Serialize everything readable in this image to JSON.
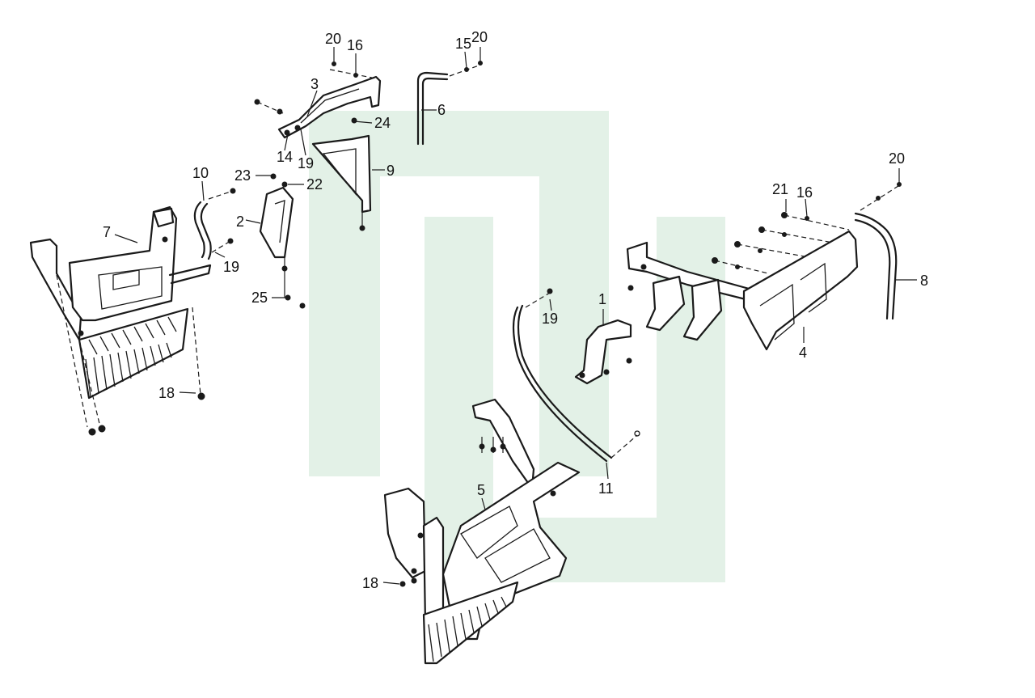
{
  "diagram": {
    "watermark_color": "#e3f1e7",
    "labels": [
      {
        "id": "p20a",
        "text": "20"
      },
      {
        "id": "p16a",
        "text": "16"
      },
      {
        "id": "p15",
        "text": "15"
      },
      {
        "id": "p20b",
        "text": "20"
      },
      {
        "id": "p3",
        "text": "3"
      },
      {
        "id": "p6",
        "text": "6"
      },
      {
        "id": "p24",
        "text": "24"
      },
      {
        "id": "p14",
        "text": "14"
      },
      {
        "id": "p19a",
        "text": "19"
      },
      {
        "id": "p9",
        "text": "9"
      },
      {
        "id": "p10",
        "text": "10"
      },
      {
        "id": "p23",
        "text": "23"
      },
      {
        "id": "p22",
        "text": "22"
      },
      {
        "id": "p2",
        "text": "2"
      },
      {
        "id": "p7",
        "text": "7"
      },
      {
        "id": "p19b",
        "text": "19"
      },
      {
        "id": "p25",
        "text": "25"
      },
      {
        "id": "p18a",
        "text": "18"
      },
      {
        "id": "p20c",
        "text": "20"
      },
      {
        "id": "p21",
        "text": "21"
      },
      {
        "id": "p16b",
        "text": "16"
      },
      {
        "id": "p8",
        "text": "8"
      },
      {
        "id": "p1",
        "text": "1"
      },
      {
        "id": "p19c",
        "text": "19"
      },
      {
        "id": "p4",
        "text": "4"
      },
      {
        "id": "p5",
        "text": "5"
      },
      {
        "id": "p11",
        "text": "11"
      },
      {
        "id": "p18b",
        "text": "18"
      }
    ]
  }
}
